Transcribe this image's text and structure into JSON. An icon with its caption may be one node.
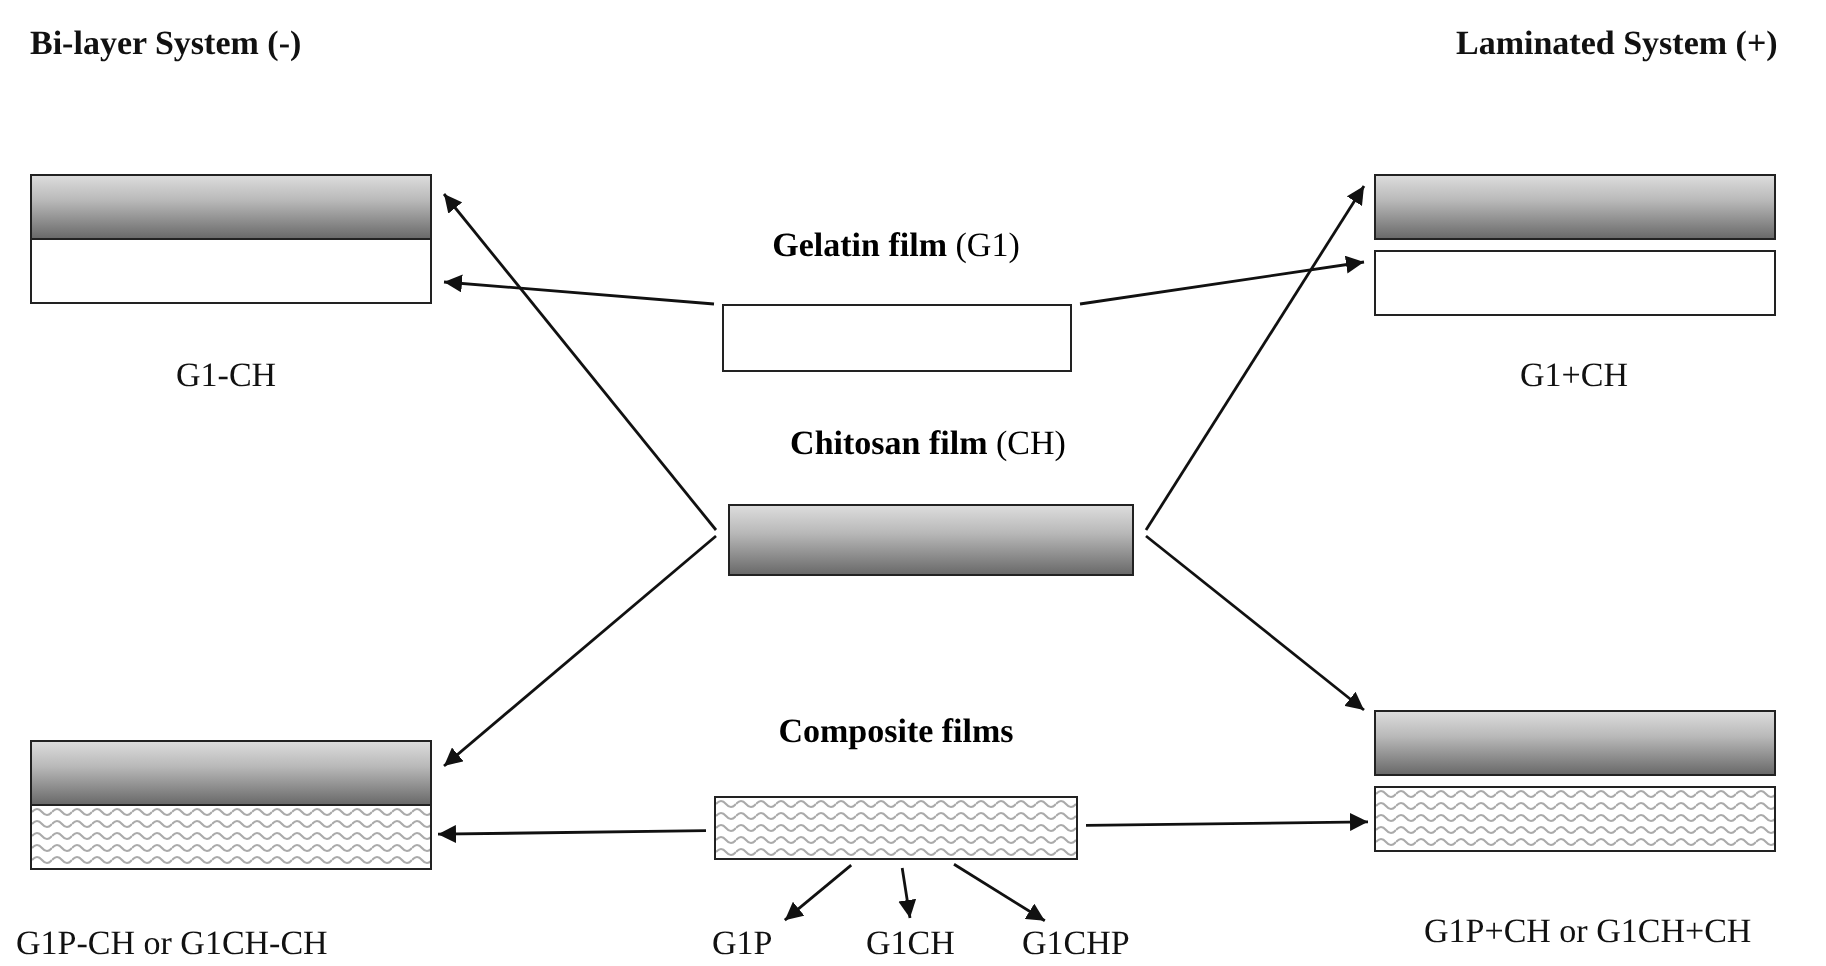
{
  "diagram": {
    "nodes": [
      {
        "text": [
          "**Gelatin film** (G1)"
        ]
      },
      {
        "text": [
          "**Chitosan film** (CH)"
        ]
      },
      {
        "text": [
          "Composite films"
        ]
      },
      {
        "text": [],
        "shape": "bar"
      },
      {
        "text": [],
        "shape": "box"
      },
      {
        "text": [],
        "shape": "bar"
      },
      {
        "text": [],
        "shape": "box"
      },
      {
        "text": [],
        "shape": "bar"
      },
      {
        "text": [],
        "shape": "box"
      },
      {
        "text": [],
        "shape": "bar"
      },
      {
        "text": [],
        "shape": "box"
      },
      {
        "text": [
          "G1P"
        ]
      },
      {
        "text": [
          "G1CH"
        ]
      },
      {
        "text": [
          "G1CHP"
        ]
      }
    ],
    "edges": [
      {
        "from": 0,
        "to": 4,
        "arrow": "to"
      },
      {
        "from": 0,
        "to": 6,
        "arrow": "to"
      },
      {
        "from": 1,
        "to": 3,
        "arrow": "to"
      },
      {
        "from": 1,
        "to": 5,
        "arrow": "to"
      },
      {
        "from": 1,
        "to": 7,
        "arrow": "to"
      },
      {
        "from": 1,
        "to": 9,
        "arrow": "to"
      },
      {
        "from": 2,
        "to": 8,
        "arrow": "to"
      },
      {
        "from": 2,
        "to": 10,
        "arrow": "to"
      },
      {
        "from": 2,
        "to": 11,
        "arrow": "to"
      },
      {
        "from": 2,
        "to": 12,
        "arrow": "to"
      },
      {
        "from": 2,
        "to": 13,
        "arrow": "to"
      }
    ],
    "labels": [
      "Bi-layer System (-)",
      "Laminated System (+)",
      "G1-CH",
      "G1+CH",
      "G1P-CH or G1CH-CH",
      "G1P+CH or G1CH+CH"
    ]
  }
}
